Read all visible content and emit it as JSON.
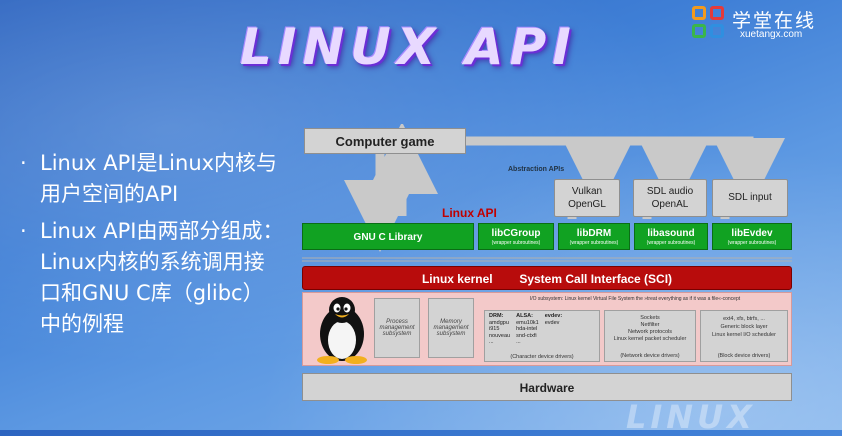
{
  "slide": {
    "title": "LINUX API",
    "watermark": "LINUX",
    "logo": {
      "name_cn": "学堂在线",
      "name_en": "xuetangx.com",
      "icon": "xuetangx-logo-icon"
    },
    "bullets": [
      "Linux API是Linux内核与用户空间的API",
      "Linux API由两部分组成：Linux内核的系统调用接口和GNU C库（glibc）中的例程"
    ]
  },
  "diagram": {
    "computer_game": "Computer game",
    "abstraction_apis": "Abstraction APIs",
    "abstraction_boxes": [
      {
        "line1": "Vulkan",
        "line2": "OpenGL"
      },
      {
        "line1": "SDL audio",
        "line2": "OpenAL"
      },
      {
        "line1": "SDL input",
        "line2": ""
      }
    ],
    "linux_api_label": "Linux API",
    "glibc": "GNU C Library",
    "wrappers": [
      {
        "name": "libCGroup",
        "sub": "(wrapper subroutines)"
      },
      {
        "name": "libDRM",
        "sub": "(wrapper subroutines)"
      },
      {
        "name": "libasound",
        "sub": "(wrapper subroutines)"
      },
      {
        "name": "libEvdev",
        "sub": "(wrapper subroutines)"
      }
    ],
    "sci": {
      "left": "Linux kernel",
      "right": "System Call Interface (SCI)"
    },
    "kernel": {
      "process": "Process management subsystem",
      "memory": "Memory management subsystem",
      "vfs_note": "I/O subsystem: Linux kernel Virtual File System the »treat everything as if it was a file«-concept",
      "drm": {
        "title": "DRM:",
        "items": [
          "amdgpu",
          "i915",
          "nouveau",
          "..."
        ]
      },
      "alsa": {
        "title": "ALSA:",
        "items": [
          "emu10k1",
          "hda-intel",
          "snd-ctxfi",
          "..."
        ]
      },
      "evdev": {
        "title": "evdev:",
        "items": [
          "evdev"
        ]
      },
      "char_drivers": "(Character device drivers)",
      "net_lines": [
        "Sockets",
        "Netfilter",
        "Network protocols"
      ],
      "net_sched": "Linux kernel packet scheduler",
      "net_drivers": "(Network device drivers)",
      "fs": "ext4, xfs, btrfs, ...",
      "block_layer": "Generic block layer",
      "io_sched": "Linux kernel I/O scheduler",
      "block_drivers": "(Block device drivers)"
    },
    "hardware": "Hardware"
  }
}
